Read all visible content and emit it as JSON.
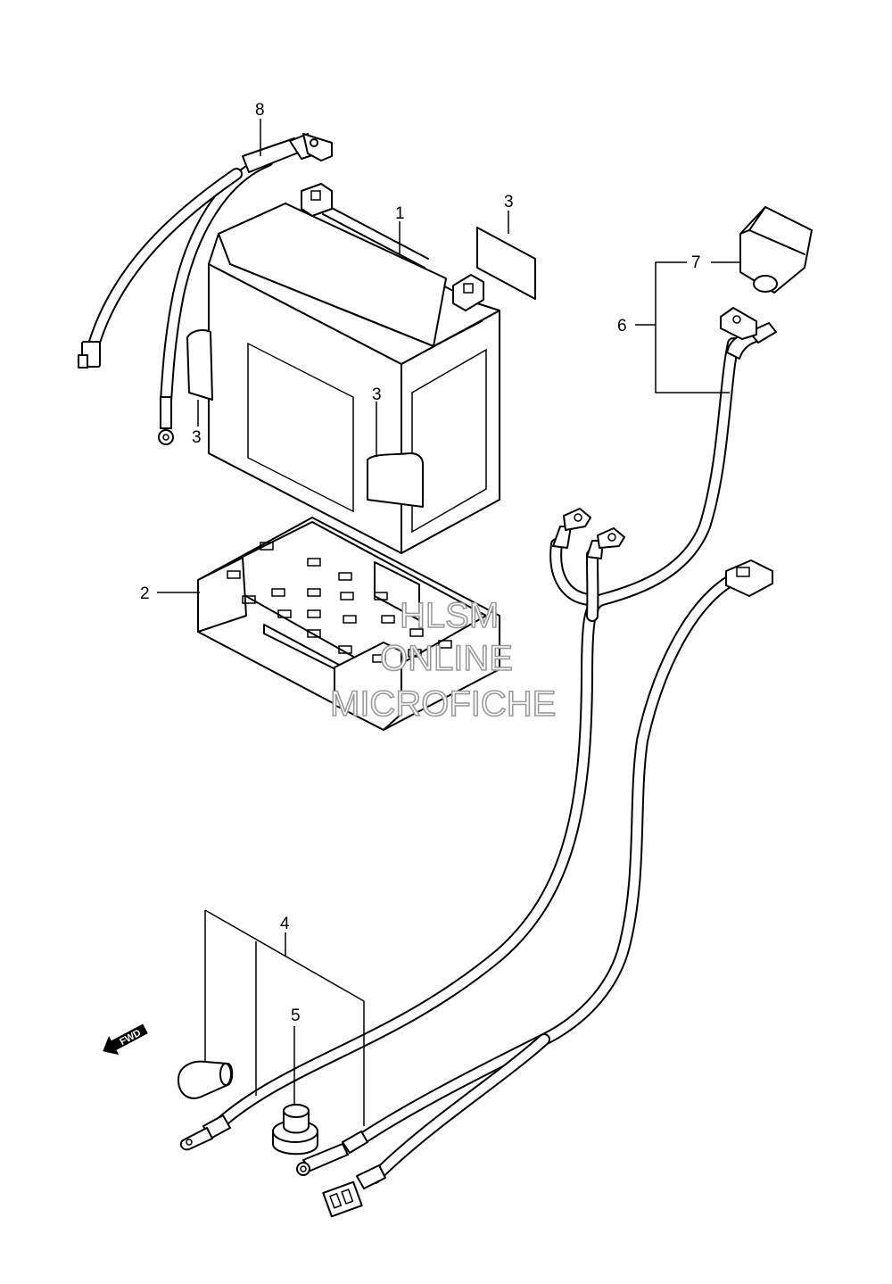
{
  "callouts": {
    "c1": "1",
    "c2": "2",
    "c3a": "3",
    "c3b": "3",
    "c3c": "3",
    "c4": "4",
    "c5": "5",
    "c6": "6",
    "c7": "7",
    "c8": "8"
  },
  "direction_arrow": {
    "label": "FWD"
  },
  "watermark": {
    "line1": "HLSM",
    "line2": "ONLINE",
    "line3": "MICROFICHE"
  }
}
